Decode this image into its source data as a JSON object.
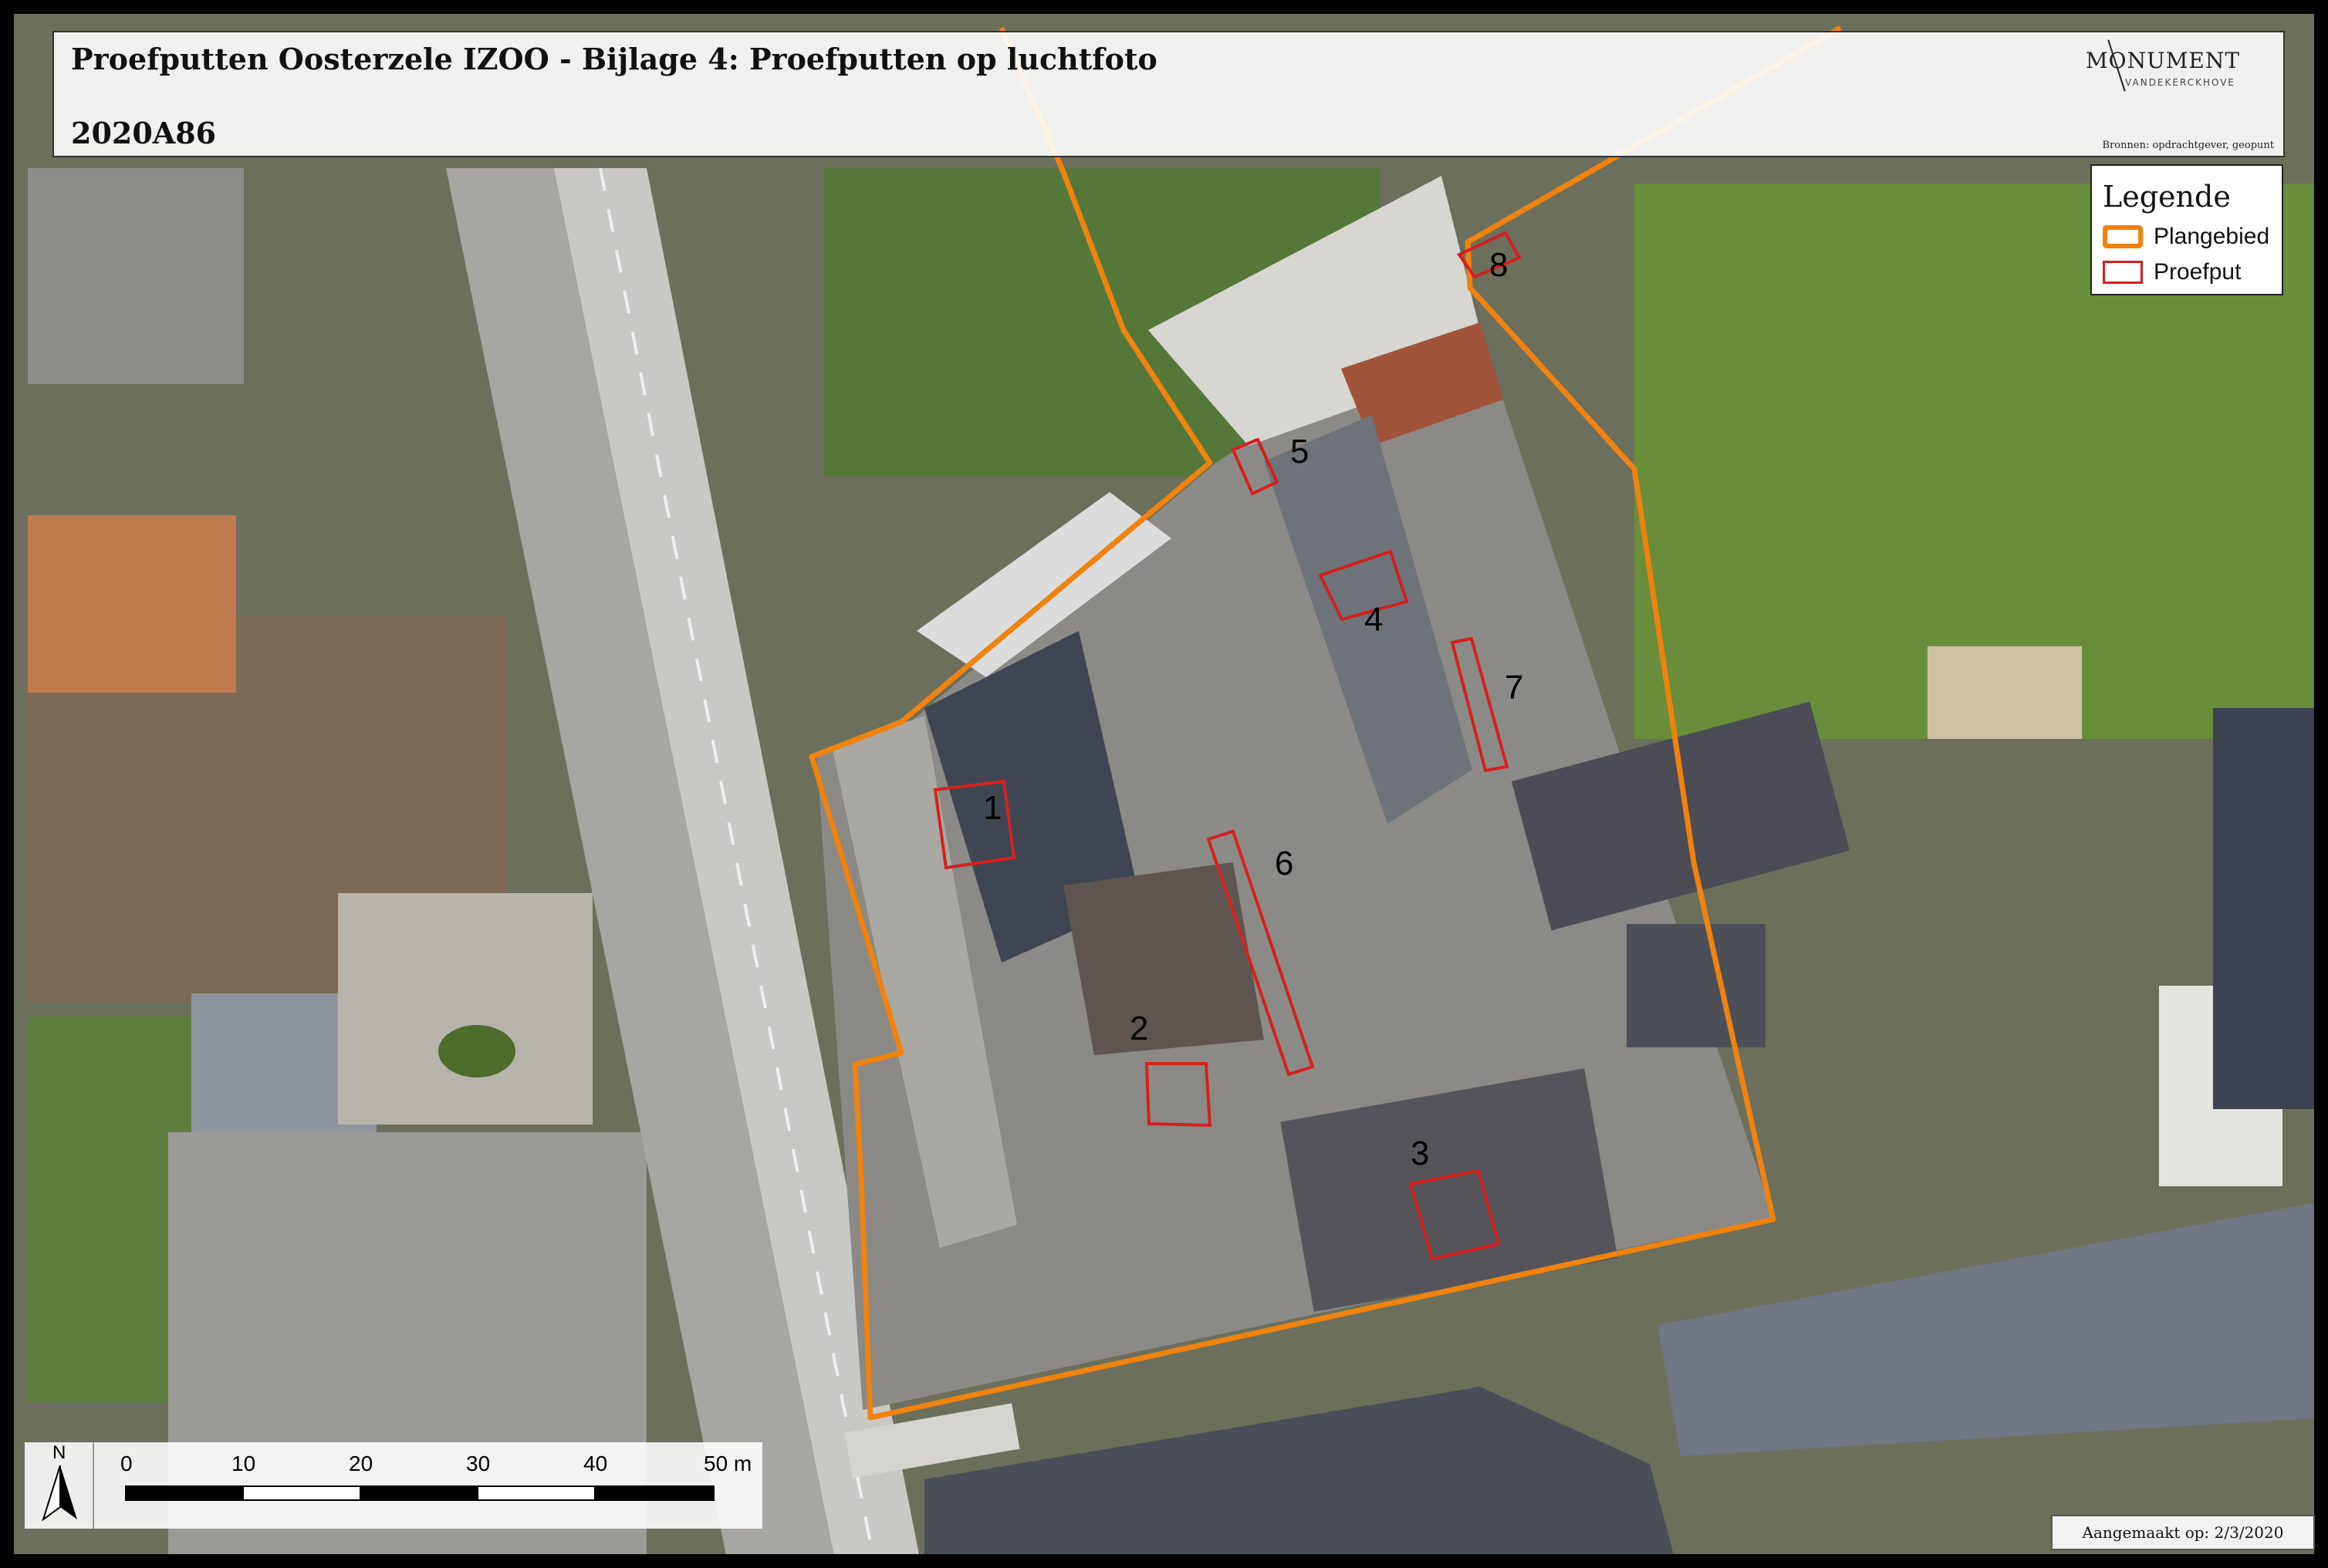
{
  "title": "Proefputten Oosterzele IZOO - Bijlage 4: Proefputten op luchtfoto",
  "code": "2020A86",
  "logo": {
    "name": "MONUMENT",
    "sub": "VANDEKERCKHOVE"
  },
  "sources": "Bronnen: opdrachtgever, geopunt",
  "legend": {
    "title": "Legende",
    "items": [
      {
        "label": "Plangebied",
        "color": "#f0820f"
      },
      {
        "label": "Proefput",
        "color": "#d42020"
      }
    ]
  },
  "proefputten": [
    {
      "id": "1",
      "label": "1"
    },
    {
      "id": "2",
      "label": "2"
    },
    {
      "id": "3",
      "label": "3"
    },
    {
      "id": "4",
      "label": "4"
    },
    {
      "id": "5",
      "label": "5"
    },
    {
      "id": "6",
      "label": "6"
    },
    {
      "id": "7",
      "label": "7"
    },
    {
      "id": "8",
      "label": "8"
    }
  ],
  "north": "N",
  "scale": {
    "ticks": [
      "0",
      "10",
      "20",
      "30",
      "40",
      "50 m"
    ]
  },
  "created": "Aangemaakt op: 2/3/2020"
}
